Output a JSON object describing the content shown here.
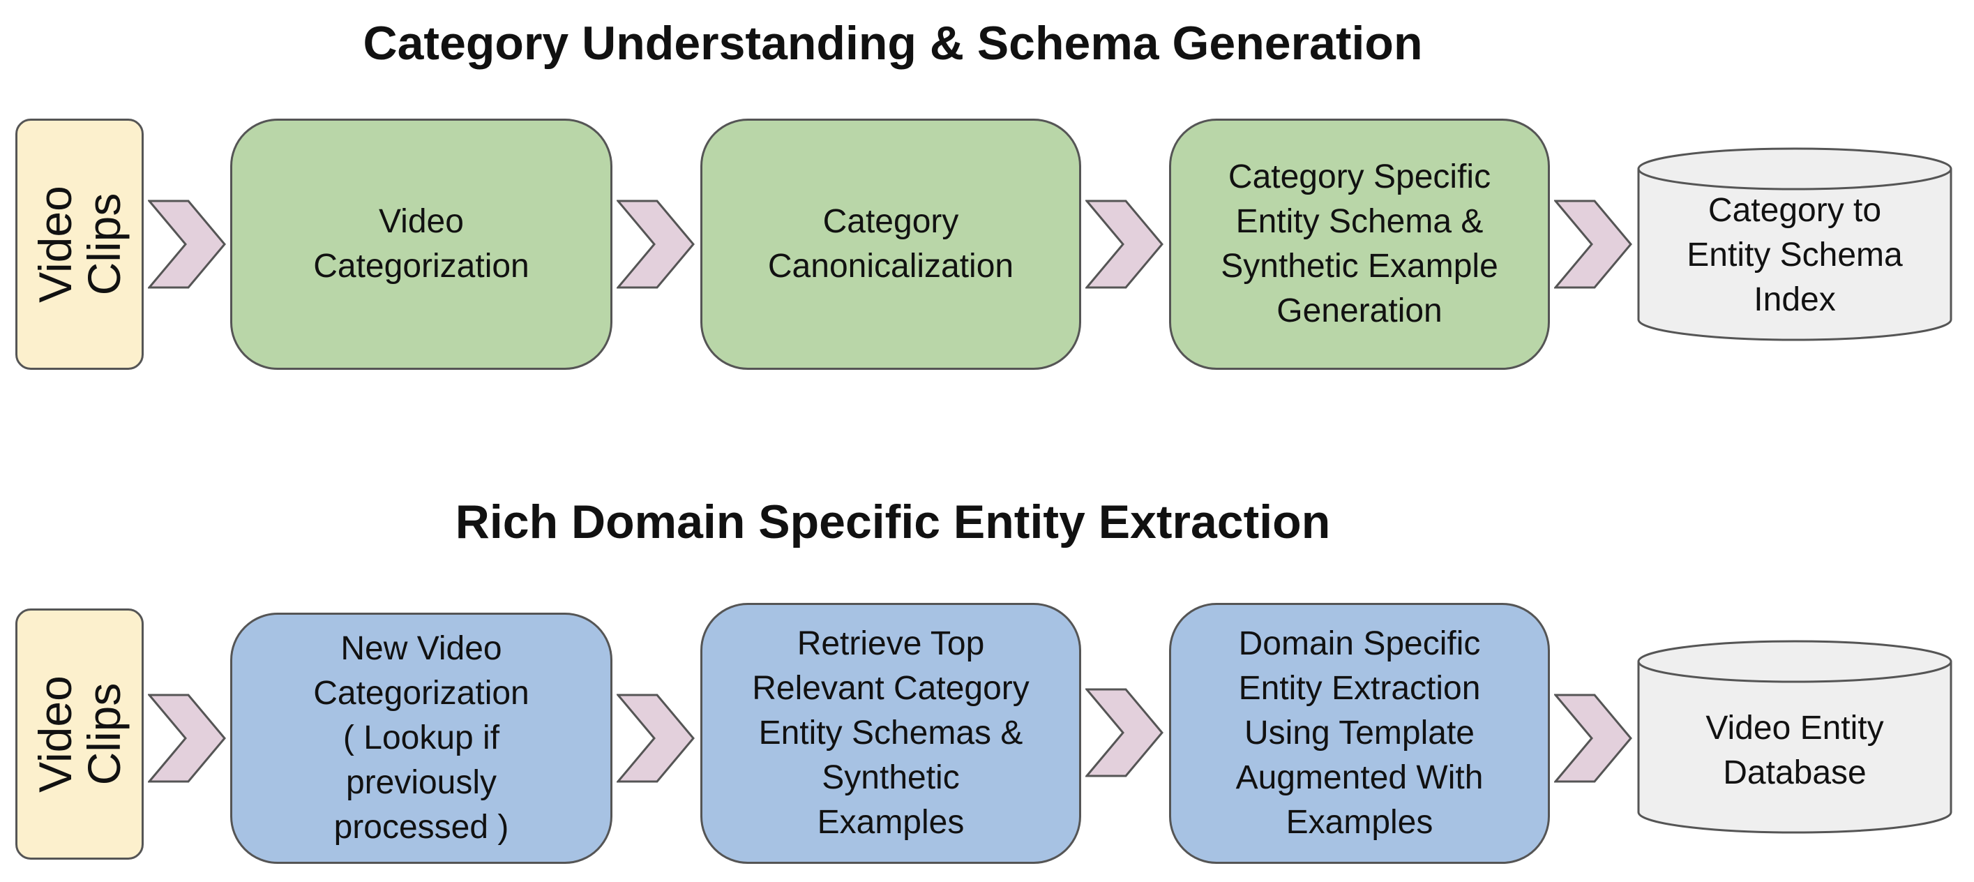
{
  "colors": {
    "clips": "#fcf0cd",
    "stage1": "#b9d6a8",
    "stage2": "#a7c2e3",
    "arrow": "#e3d0dc",
    "store": "#efefef",
    "border": "#555555"
  },
  "sections": [
    {
      "title": "Category Understanding & Schema Generation",
      "source": "Video\nClips",
      "steps": [
        "Video\nCategorization",
        "Category\nCanonicalization",
        "Category Specific\nEntity Schema &\nSynthetic Example\nGeneration"
      ],
      "store": "Category to\nEntity Schema\nIndex"
    },
    {
      "title": "Rich Domain Specific Entity Extraction",
      "source": "Video\nClips",
      "steps": [
        "New Video\nCategorization\n( Lookup if\npreviously\nprocessed )",
        "Retrieve Top\nRelevant Category\nEntity Schemas &\nSynthetic\nExamples",
        "Domain Specific\nEntity Extraction\nUsing Template\nAugmented With\nExamples"
      ],
      "store": "Video Entity\nDatabase"
    }
  ]
}
